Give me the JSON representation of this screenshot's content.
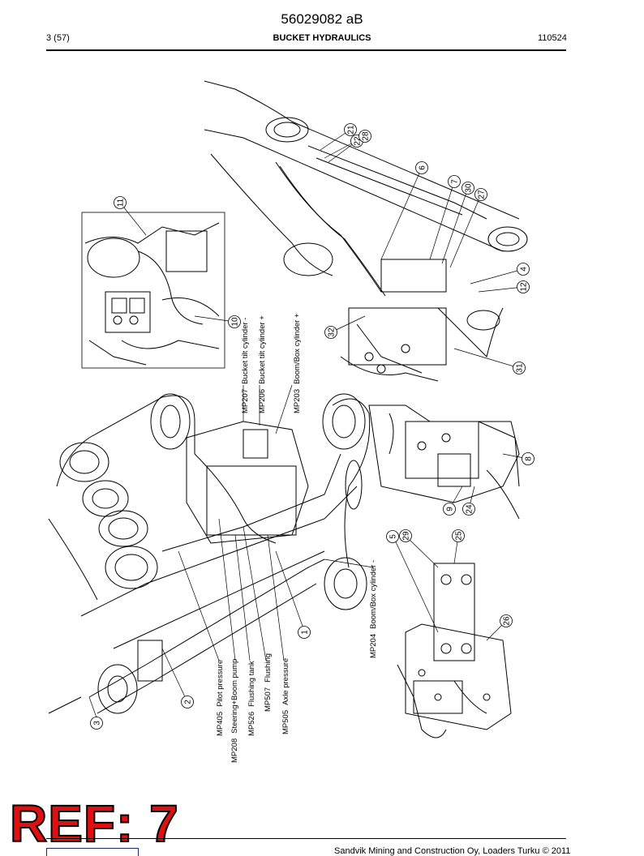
{
  "header": {
    "doc_number": "56029082 aB",
    "page": "3 (57)",
    "title": "BUCKET HYDRAULICS",
    "date_code": "110524"
  },
  "measure_points": [
    {
      "code": "MP207",
      "label": "Bucket tilt cylinder -"
    },
    {
      "code": "MP206",
      "label": "Bucket tilt cylinder +"
    },
    {
      "code": "MP203",
      "label": "Boom/Box cylinder +"
    },
    {
      "code": "MP204",
      "label": "Boom/Box cylinder -"
    },
    {
      "code": "MP405",
      "label": "Pilot pressure"
    },
    {
      "code": "MP208",
      "label": "Steering+Boom pump"
    },
    {
      "code": "MP526",
      "label": "Flushing tank"
    },
    {
      "code": "MP507",
      "label": "Flushing"
    },
    {
      "code": "MP505",
      "label": "Axle pressure"
    }
  ],
  "callouts": [
    "1",
    "2",
    "3",
    "4",
    "5",
    "6",
    "7",
    "8",
    "9",
    "10",
    "11",
    "12",
    "21",
    "22",
    "24",
    "25",
    "26",
    "27",
    "28",
    "29",
    "30",
    "31",
    "32"
  ],
  "ref_stamp": "REF: 7",
  "footer": {
    "copyright": "Sandvik Mining and Construction Oy, Loaders Turku © 2011"
  }
}
